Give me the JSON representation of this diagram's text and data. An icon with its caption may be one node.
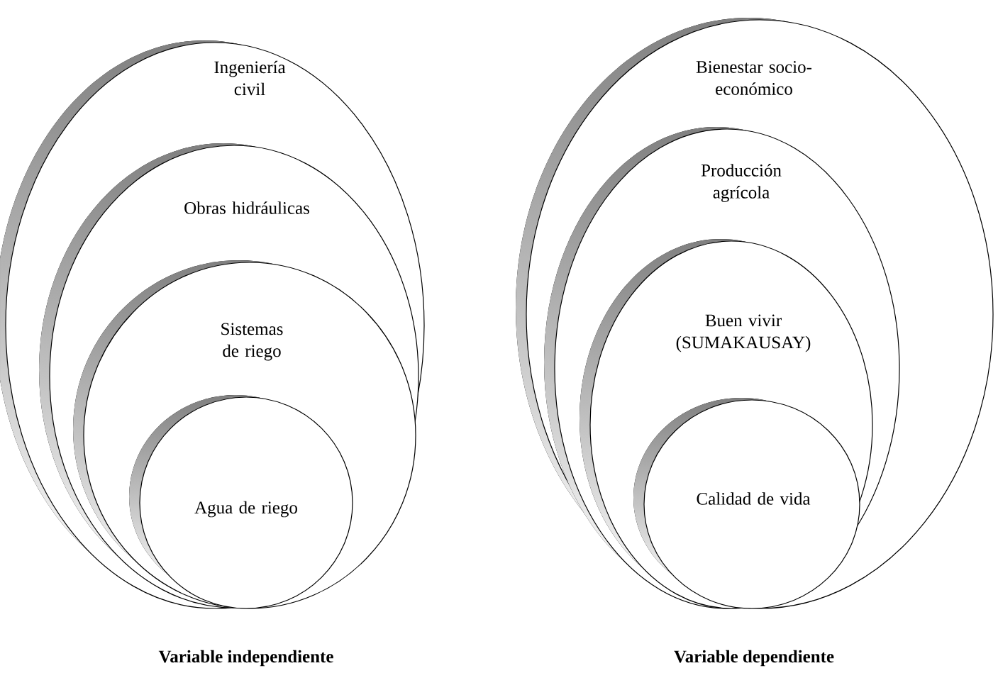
{
  "diagram": {
    "nodes": [
      {
        "text": [
          "Ingeniería civil"
        ],
        "beside": [
          "Variable independiente"
        ]
      },
      {
        "text": [
          "Obras hidráulicas"
        ],
        "in": 0
      },
      {
        "text": [
          "Sistemas de riego"
        ],
        "in": 1
      },
      {
        "text": [
          "Agua de riego"
        ],
        "in": 2
      },
      {
        "text": [
          "Bienestar socio-económico"
        ],
        "beside": [
          "Variable dependiente"
        ]
      },
      {
        "text": [
          "Producción agrícola"
        ],
        "in": 4
      },
      {
        "text": [
          "Buen vivir (SUMAKAUSAY)"
        ],
        "in": 5
      },
      {
        "text": [
          "Calidad de vida"
        ],
        "in": 6
      }
    ]
  }
}
